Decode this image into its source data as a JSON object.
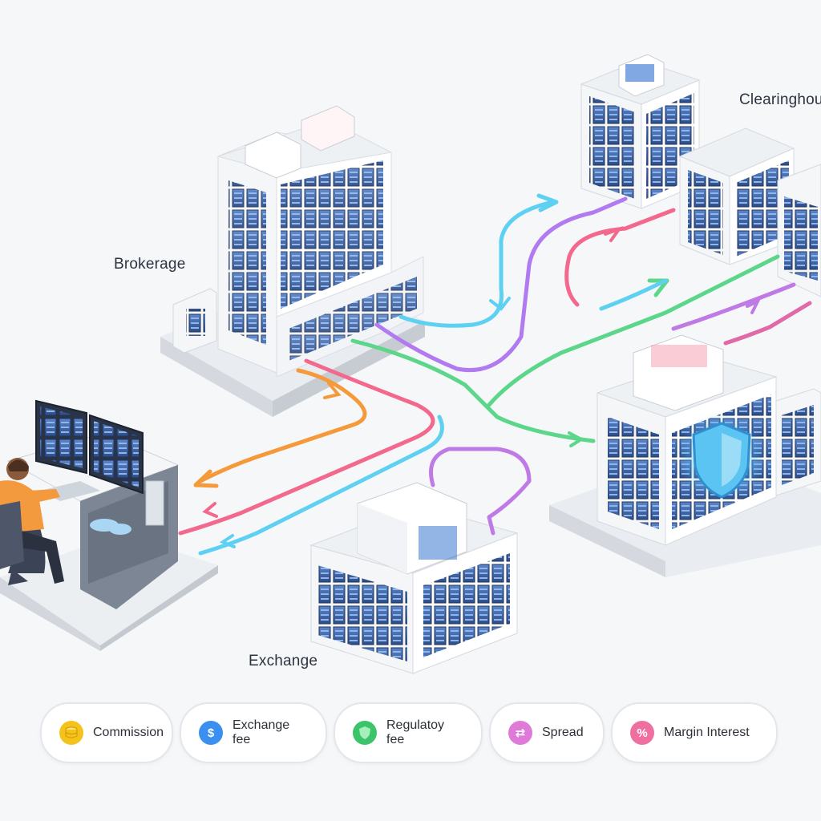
{
  "labels": {
    "brokerage": "Brokerage",
    "exchange": "Exchange",
    "clearinghouse": "Clearinghouse"
  },
  "legend": [
    {
      "label": "Commission",
      "icon": "coin-stack-icon",
      "color": "#f5c21b",
      "glyph": ""
    },
    {
      "label": "Exchange fee",
      "icon": "dollar-icon",
      "color": "#3b8ff0",
      "glyph": "$"
    },
    {
      "label": "Regulatoy fee",
      "icon": "shield-icon",
      "color": "#3cc46a",
      "glyph": ""
    },
    {
      "label": "Spread",
      "icon": "spread-icon",
      "color": "#e07ad8",
      "glyph": "⇄"
    },
    {
      "label": "Margin Interest",
      "icon": "percent-icon",
      "color": "#ef6fa0",
      "glyph": "%"
    }
  ],
  "colors": {
    "orange": "#f59a3a",
    "pink": "#f3698e",
    "cyan": "#5ed0f2",
    "purple": "#b27af0",
    "green": "#5cd68a",
    "screen": "#3a5d9a",
    "building": "#ffffff"
  }
}
